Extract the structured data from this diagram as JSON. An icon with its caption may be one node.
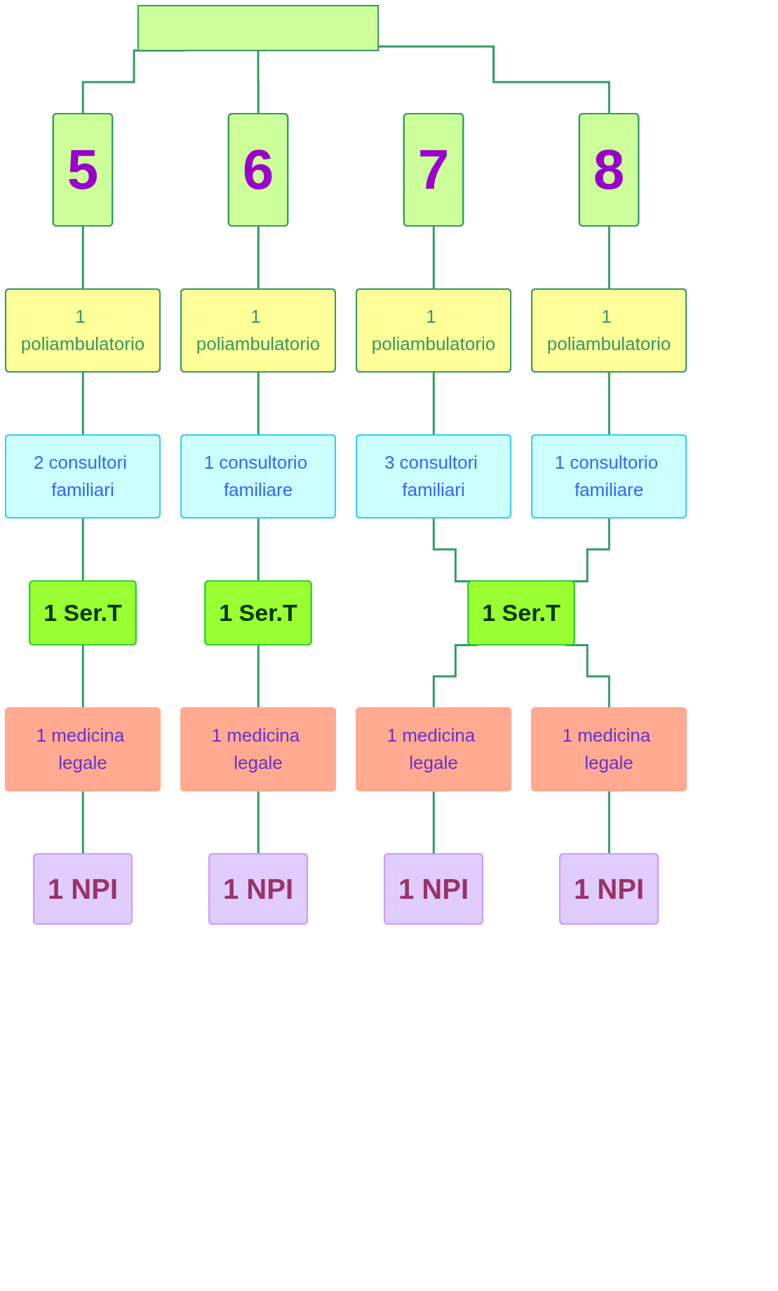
{
  "diagram": {
    "nodes": [
      {
        "text": [],
        "shape": "bar"
      },
      {
        "text": [
          "5"
        ]
      },
      {
        "text": [
          "6"
        ]
      },
      {
        "text": [
          "7"
        ]
      },
      {
        "text": [
          "8"
        ]
      },
      {
        "text": [
          "1 poliambulatorio"
        ]
      },
      {
        "text": [
          "1 poliambulatorio"
        ]
      },
      {
        "text": [
          "1 poliambulatorio"
        ]
      },
      {
        "text": [
          "1 poliambulatorio"
        ]
      },
      {
        "text": [
          "2 consultori familiari"
        ]
      },
      {
        "text": [
          "1 consultorio familiare"
        ]
      },
      {
        "text": [
          "3 consultori familiari"
        ]
      },
      {
        "text": [
          "1 consultorio familiare"
        ]
      },
      {
        "text": [
          "1 Ser.T"
        ]
      },
      {
        "text": [
          "1 Ser.T"
        ]
      },
      {
        "text": [
          "1 Ser.T"
        ]
      },
      {
        "text": [
          "1 medicina legale"
        ]
      },
      {
        "text": [
          "1 medicina legale"
        ]
      },
      {
        "text": [
          "1 medicina legale"
        ]
      },
      {
        "text": [
          "1 medicina legale"
        ]
      },
      {
        "text": [
          "1 NPI"
        ]
      },
      {
        "text": [
          "1 NPI"
        ]
      },
      {
        "text": [
          "1 NPI"
        ]
      },
      {
        "text": [
          "1 NPI"
        ]
      }
    ],
    "edges": [
      {
        "from": 0,
        "to": 1,
        "arrow": "none"
      },
      {
        "from": 0,
        "to": 2,
        "arrow": "none"
      },
      {
        "from": 0,
        "to": 4,
        "arrow": "none"
      },
      {
        "from": 1,
        "to": 5,
        "arrow": "none"
      },
      {
        "from": 2,
        "to": 6,
        "arrow": "none"
      },
      {
        "from": 3,
        "to": 7,
        "arrow": "none"
      },
      {
        "from": 4,
        "to": 8,
        "arrow": "none"
      },
      {
        "from": 5,
        "to": 9,
        "arrow": "none"
      },
      {
        "from": 6,
        "to": 10,
        "arrow": "none"
      },
      {
        "from": 7,
        "to": 11,
        "arrow": "none"
      },
      {
        "from": 8,
        "to": 12,
        "arrow": "none"
      },
      {
        "from": 9,
        "to": 13,
        "arrow": "none"
      },
      {
        "from": 10,
        "to": 14,
        "arrow": "none"
      },
      {
        "from": 11,
        "to": 15,
        "arrow": "none"
      },
      {
        "from": 12,
        "to": 15,
        "arrow": "none"
      },
      {
        "from": 13,
        "to": 16,
        "arrow": "none"
      },
      {
        "from": 14,
        "to": 17,
        "arrow": "none"
      },
      {
        "from": 15,
        "to": 18,
        "arrow": "none"
      },
      {
        "from": 15,
        "to": 19,
        "arrow": "none"
      },
      {
        "from": 16,
        "to": 20,
        "arrow": "none"
      },
      {
        "from": 17,
        "to": 21,
        "arrow": "none"
      },
      {
        "from": 18,
        "to": 22,
        "arrow": "none"
      },
      {
        "from": 19,
        "to": 23,
        "arrow": "none"
      }
    ]
  }
}
